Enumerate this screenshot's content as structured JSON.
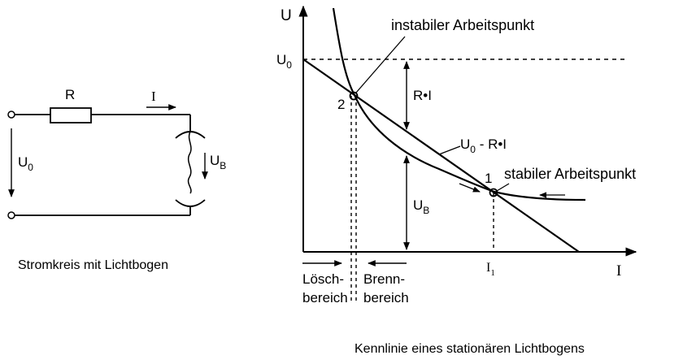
{
  "circuit": {
    "resistor_label": "R",
    "current_label": "I",
    "source_voltage_label": "U",
    "source_voltage_sub": "0",
    "arc_voltage_label": "U",
    "arc_voltage_sub": "B",
    "caption": "Stromkreis mit Lichtbogen"
  },
  "graph": {
    "y_axis_label": "U",
    "x_axis_label": "I",
    "u0_label": "U",
    "u0_sub": "0",
    "instabil_label": "instabiler Arbeitspunkt",
    "stabil_label": "stabiler Arbeitspunkt",
    "point2_label": "2",
    "point1_label": "1",
    "ri_label": "R•I",
    "line_label_main": "U",
    "line_label_sub": "0",
    "line_label_rest": " - R•I",
    "ub_label": "U",
    "ub_sub": "B",
    "i1_label": "I",
    "i1_sub": "1",
    "loesch_line1": "Lösch-",
    "loesch_line2": "bereich",
    "brenn_line1": "Brenn-",
    "brenn_line2": "bereich",
    "caption": "Kennlinie eines stationären Lichtbogens"
  }
}
